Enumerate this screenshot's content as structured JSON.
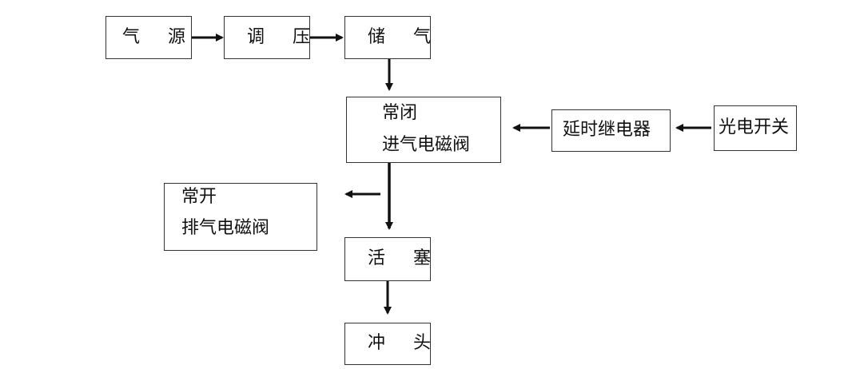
{
  "nodes": {
    "air_source": "气 源",
    "pressure_reg": "调 压",
    "air_storage": "储 气",
    "inlet_valve": {
      "line1": "常闭",
      "line2": "进气电磁阀"
    },
    "time_relay": "延时继电器",
    "photo_switch": "光电开关",
    "exhaust_valve": {
      "line1": "常开",
      "line2": "排气电磁阀"
    },
    "piston": "活 塞",
    "punch": "冲 头"
  }
}
